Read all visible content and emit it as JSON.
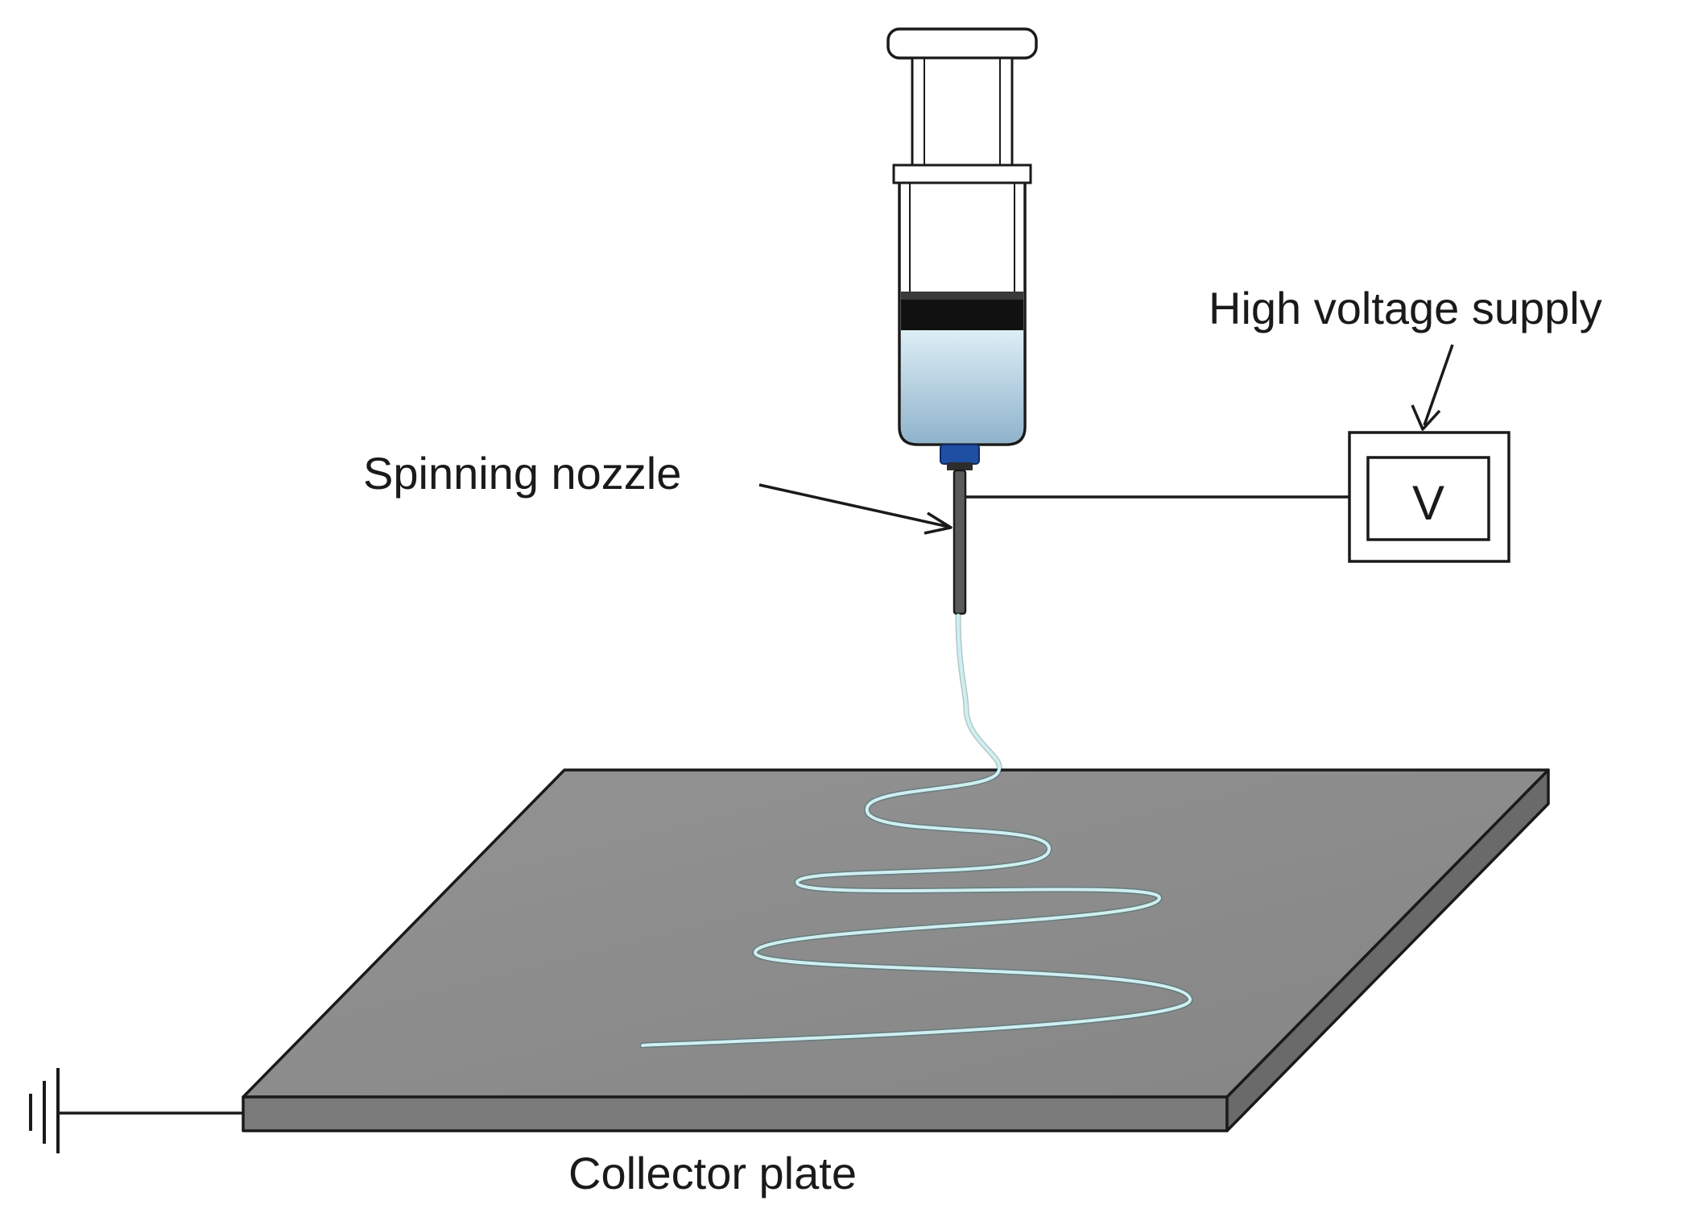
{
  "labels": {
    "high_voltage_supply": "High voltage supply",
    "spinning_nozzle": "Spinning nozzle",
    "collector_plate": "Collector plate",
    "voltmeter_symbol": "V"
  },
  "colors": {
    "outline": "#1a1a1a",
    "plate_top": "#8a8a8a",
    "plate_front": "#7a7a7a",
    "plate_side": "#6a6a6a",
    "solution_top": "#ddeef5",
    "solution_bottom": "#8fb3cc",
    "plunger_seal": "#111111",
    "nozzle_hub": "#1f4fa3",
    "fiber": "#cfeff0"
  }
}
